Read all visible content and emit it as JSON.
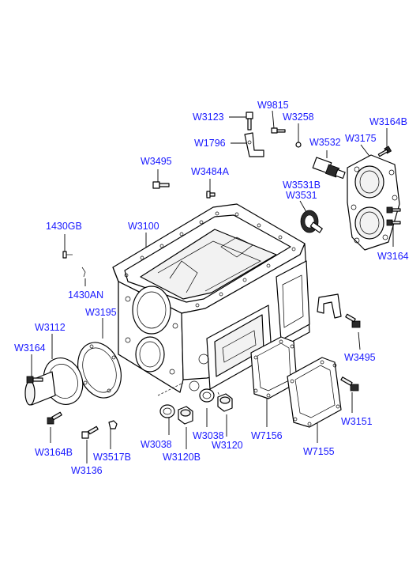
{
  "labels": {
    "W3123": "W3123",
    "W9815": "W9815",
    "W3258": "W3258",
    "W3164B_top": "W3164B",
    "W1796": "W1796",
    "W3532": "W3532",
    "W3175": "W3175",
    "W3495_top": "W3495",
    "W3484A": "W3484A",
    "W3531B": "W3531B",
    "W3531": "W3531",
    "1430GB": "1430GB",
    "W3100": "W3100",
    "W3164_right": "W3164",
    "1430AN": "1430AN",
    "W3195": "W3195",
    "W3112": "W3112",
    "W3164_left": "W3164",
    "W3495_right": "W3495",
    "W3151": "W3151",
    "W3038_a": "W3038",
    "W3038_b": "W3038",
    "W3120": "W3120",
    "W7156": "W7156",
    "W3120B": "W3120B",
    "W7155": "W7155",
    "W3164B_bottom": "W3164B",
    "W3517B": "W3517B",
    "W3136": "W3136"
  }
}
